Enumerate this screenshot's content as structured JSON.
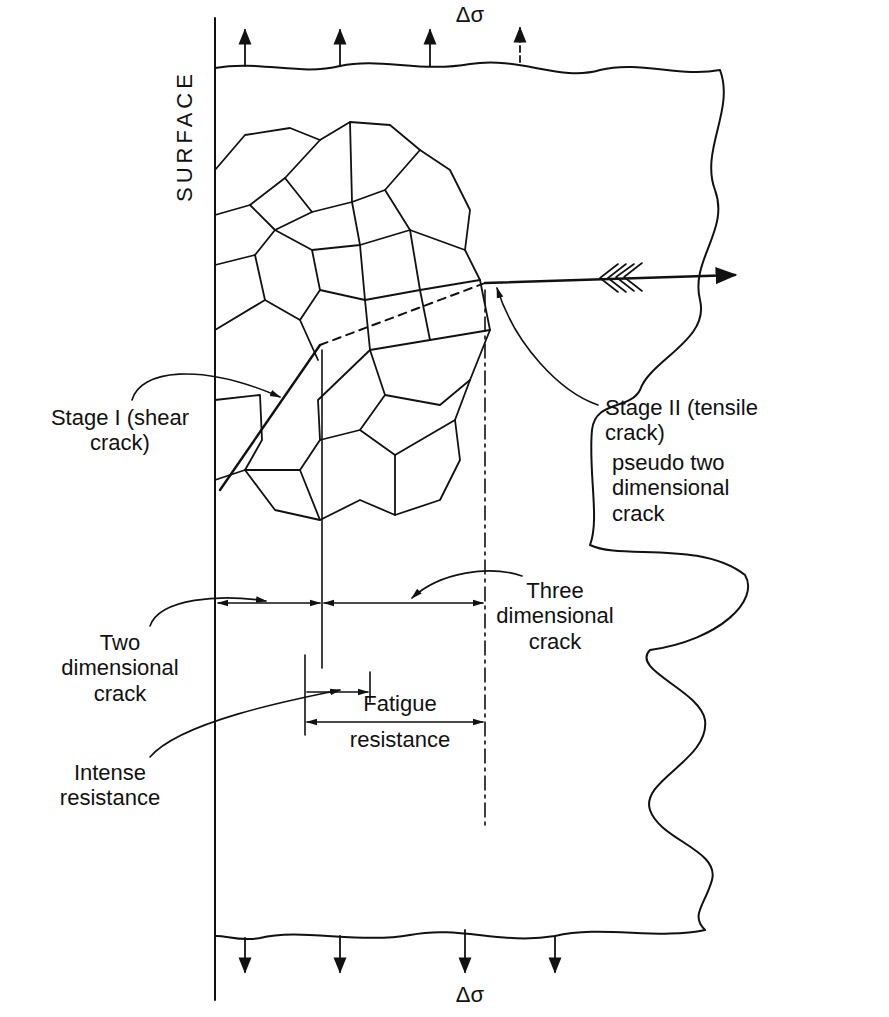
{
  "diagram": {
    "labels": [
      "Δσ",
      "SURFACE",
      "Stage I (shear crack)",
      "Stage II (tensile crack)",
      "pseudo two dimensional crack",
      "Two dimensional crack",
      "Three dimensional crack",
      "Intense resistance",
      "Fatigue resistance",
      "Δσ"
    ]
  }
}
